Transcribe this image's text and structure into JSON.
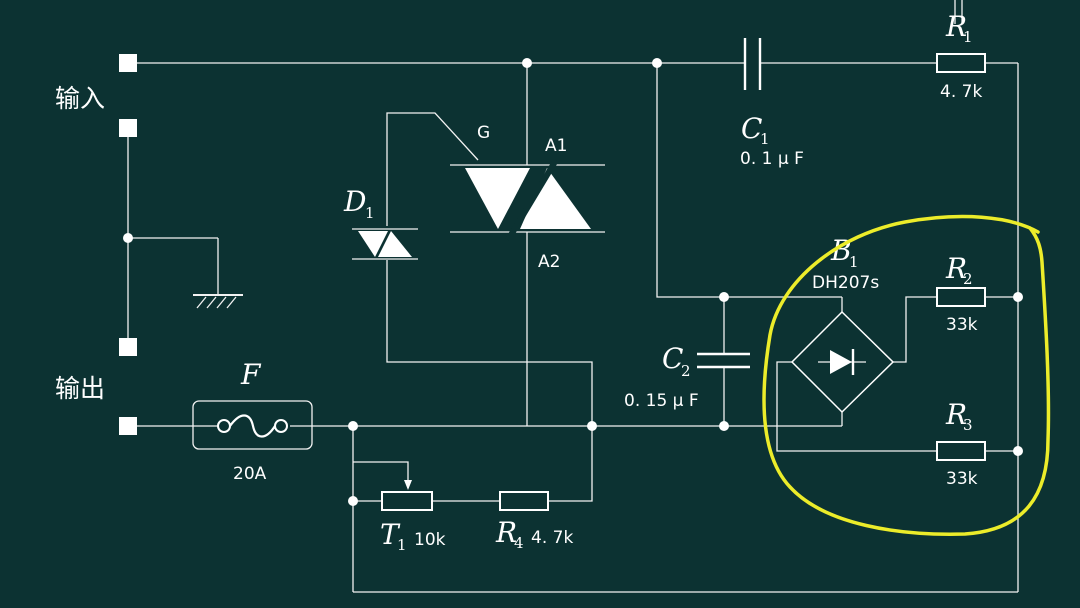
{
  "colors": {
    "background": "#0c3232",
    "wire": "#f2f2f2",
    "highlight": "#ecec2a"
  },
  "terminals": {
    "input_label": "输入",
    "output_label": "输出"
  },
  "components": {
    "fuse": {
      "symbol": "F",
      "rating": "20A"
    },
    "triac": {
      "gate": "G",
      "a1": "A1",
      "a2": "A2"
    },
    "diac": {
      "symbol": "D",
      "index": "1"
    },
    "c1": {
      "symbol": "C",
      "index": "1",
      "value": "0. 1 μ F"
    },
    "c2": {
      "symbol": "C",
      "index": "2",
      "value": "0. 15 μ F"
    },
    "r1": {
      "symbol": "R",
      "index": "1",
      "value": "4. 7k"
    },
    "r2": {
      "symbol": "R",
      "index": "2",
      "value": "33k"
    },
    "r3": {
      "symbol": "R",
      "index": "3",
      "value": "33k"
    },
    "r4": {
      "symbol": "R",
      "index": "4",
      "value": "4. 7k"
    },
    "t1": {
      "symbol": "T",
      "index": "1",
      "value": "10k"
    },
    "bridge": {
      "symbol": "B",
      "index": "1",
      "part": "DH207s"
    }
  }
}
